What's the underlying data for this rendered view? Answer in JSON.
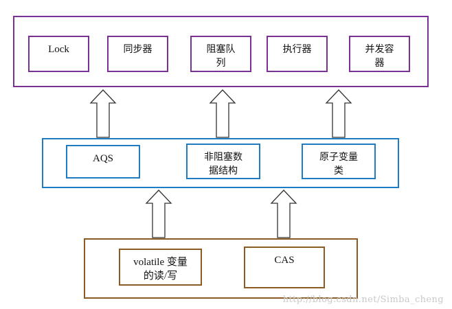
{
  "top_layer": {
    "items": [
      "Lock",
      "同步器",
      "阻塞队\n列",
      "执行器",
      "并发容\n器"
    ]
  },
  "middle_layer": {
    "items": [
      "AQS",
      "非阻塞数\n据结构",
      "原子变量\n类"
    ]
  },
  "bottom_layer": {
    "items": [
      "volatile 变量\n的读/写",
      "CAS"
    ]
  },
  "watermark": "http://blog.csdn.net/Simba_cheng",
  "colors": {
    "top": "#7a2f93",
    "middle": "#1f7bc2",
    "bottom": "#8a5a22",
    "arrow": "#333333"
  }
}
